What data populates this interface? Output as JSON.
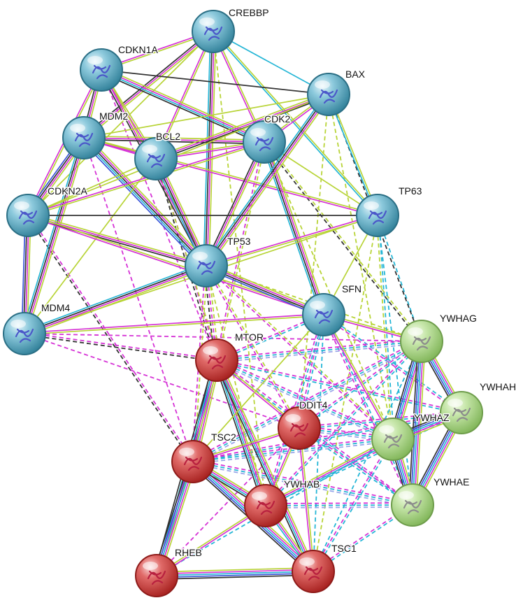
{
  "colors": {
    "cluster_blue": "#6fb6cc",
    "cluster_red": "#d9413f",
    "cluster_green": "#b5dd92",
    "edge_yellowgreen": "#b8d437",
    "edge_magenta": "#d633d6",
    "edge_cyan": "#25b6d6",
    "edge_blue": "#3a55d9",
    "edge_black": "#333333",
    "edge_lavender": "#9aa6e8"
  },
  "nodes": [
    {
      "id": "CREBBP",
      "label": "CREBBP",
      "cluster": "blue"
    },
    {
      "id": "CDKN1A",
      "label": "CDKN1A",
      "cluster": "blue"
    },
    {
      "id": "BAX",
      "label": "BAX",
      "cluster": "blue"
    },
    {
      "id": "MDM2",
      "label": "MDM2",
      "cluster": "blue"
    },
    {
      "id": "BCL2",
      "label": "BCL2",
      "cluster": "blue"
    },
    {
      "id": "CDK2",
      "label": "CDK2",
      "cluster": "blue"
    },
    {
      "id": "CDKN2A",
      "label": "CDKN2A",
      "cluster": "blue"
    },
    {
      "id": "TP63",
      "label": "TP63",
      "cluster": "blue"
    },
    {
      "id": "TP53",
      "label": "TP53",
      "cluster": "blue"
    },
    {
      "id": "SFN",
      "label": "SFN",
      "cluster": "blue"
    },
    {
      "id": "MDM4",
      "label": "MDM4",
      "cluster": "blue"
    },
    {
      "id": "YWHAG",
      "label": "YWHAG",
      "cluster": "green"
    },
    {
      "id": "MTOR",
      "label": "MTOR",
      "cluster": "red"
    },
    {
      "id": "YWHAH",
      "label": "YWHAH",
      "cluster": "green"
    },
    {
      "id": "DDIT4",
      "label": "DDIT4",
      "cluster": "red"
    },
    {
      "id": "YWHAZ",
      "label": "YWHAZ",
      "cluster": "green"
    },
    {
      "id": "TSC2",
      "label": "TSC2",
      "cluster": "red"
    },
    {
      "id": "YWHAB",
      "label": "YWHAB",
      "cluster": "red"
    },
    {
      "id": "YWHAE",
      "label": "YWHAE",
      "cluster": "green"
    },
    {
      "id": "RHEB",
      "label": "RHEB",
      "cluster": "red"
    },
    {
      "id": "TSC1",
      "label": "TSC1",
      "cluster": "red"
    }
  ],
  "edges": [
    {
      "source": "CREBBP",
      "target": "CDKN1A",
      "types": [
        "edge_yellowgreen",
        "edge_magenta"
      ]
    },
    {
      "source": "CREBBP",
      "target": "MDM2",
      "types": [
        "edge_yellowgreen",
        "edge_magenta",
        "edge_black"
      ]
    },
    {
      "source": "CREBBP",
      "target": "BCL2",
      "types": [
        "edge_yellowgreen",
        "edge_magenta"
      ]
    },
    {
      "source": "CREBBP",
      "target": "CDK2",
      "types": [
        "edge_yellowgreen",
        "edge_magenta"
      ]
    },
    {
      "source": "CREBBP",
      "target": "TP53",
      "types": [
        "edge_yellowgreen",
        "edge_magenta",
        "edge_black",
        "edge_cyan"
      ]
    },
    {
      "source": "CREBBP",
      "target": "BAX",
      "types": [
        "edge_cyan"
      ]
    },
    {
      "source": "CREBBP",
      "target": "CDKN2A",
      "types": [
        "edge_yellowgreen"
      ]
    },
    {
      "source": "CREBBP",
      "target": "TP63",
      "types": [
        "edge_yellowgreen",
        "edge_cyan"
      ]
    },
    {
      "source": "CDKN1A",
      "target": "MDM2",
      "types": [
        "edge_yellowgreen",
        "edge_magenta",
        "edge_black"
      ]
    },
    {
      "source": "CDKN1A",
      "target": "BCL2",
      "types": [
        "edge_yellowgreen",
        "edge_magenta"
      ]
    },
    {
      "source": "CDKN1A",
      "target": "CDK2",
      "types": [
        "edge_yellowgreen",
        "edge_magenta",
        "edge_cyan",
        "edge_black"
      ]
    },
    {
      "source": "CDKN1A",
      "target": "BAX",
      "types": [
        "edge_black"
      ]
    },
    {
      "source": "CDKN1A",
      "target": "TP53",
      "types": [
        "edge_yellowgreen",
        "edge_magenta",
        "edge_black"
      ]
    },
    {
      "source": "CDKN1A",
      "target": "CDKN2A",
      "types": [
        "edge_yellowgreen",
        "edge_magenta"
      ]
    },
    {
      "source": "MDM2",
      "target": "BCL2",
      "types": [
        "edge_yellowgreen",
        "edge_magenta"
      ]
    },
    {
      "source": "MDM2",
      "target": "CDK2",
      "types": [
        "edge_yellowgreen",
        "edge_magenta",
        "edge_black"
      ]
    },
    {
      "source": "MDM2",
      "target": "TP53",
      "types": [
        "edge_yellowgreen",
        "edge_magenta",
        "edge_black",
        "edge_cyan",
        "edge_blue"
      ]
    },
    {
      "source": "MDM2",
      "target": "CDKN2A",
      "types": [
        "edge_yellowgreen",
        "edge_magenta",
        "edge_black",
        "edge_blue"
      ]
    },
    {
      "source": "MDM2",
      "target": "MDM4",
      "types": [
        "edge_yellowgreen",
        "edge_magenta",
        "edge_black",
        "edge_cyan"
      ]
    },
    {
      "source": "MDM2",
      "target": "BAX",
      "types": [
        "edge_yellowgreen"
      ]
    },
    {
      "source": "MDM2",
      "target": "TP63",
      "types": [
        "edge_yellowgreen",
        "edge_magenta"
      ]
    },
    {
      "source": "BCL2",
      "target": "CDK2",
      "types": [
        "edge_yellowgreen",
        "edge_magenta"
      ]
    },
    {
      "source": "BCL2",
      "target": "TP53",
      "types": [
        "edge_yellowgreen",
        "edge_magenta",
        "edge_black",
        "edge_cyan"
      ]
    },
    {
      "source": "BCL2",
      "target": "BAX",
      "types": [
        "edge_yellowgreen",
        "edge_magenta",
        "edge_black"
      ]
    },
    {
      "source": "BCL2",
      "target": "CDKN2A",
      "types": [
        "edge_yellowgreen"
      ]
    },
    {
      "source": "BCL2",
      "target": "MDM4",
      "types": [
        "edge_yellowgreen"
      ]
    },
    {
      "source": "CDK2",
      "target": "BAX",
      "types": [
        "edge_yellowgreen",
        "edge_magenta"
      ]
    },
    {
      "source": "CDK2",
      "target": "TP53",
      "types": [
        "edge_yellowgreen",
        "edge_magenta",
        "edge_black"
      ]
    },
    {
      "source": "CDK2",
      "target": "SFN",
      "types": [
        "edge_yellowgreen",
        "edge_magenta",
        "edge_black",
        "edge_cyan"
      ]
    },
    {
      "source": "CDK2",
      "target": "CDKN2A",
      "types": [
        "edge_yellowgreen",
        "edge_magenta"
      ]
    },
    {
      "source": "CDK2",
      "target": "TP63",
      "types": [
        "edge_yellowgreen"
      ]
    },
    {
      "source": "BAX",
      "target": "TP53",
      "types": [
        "edge_yellowgreen",
        "edge_magenta",
        "edge_black",
        "edge_cyan"
      ]
    },
    {
      "source": "BAX",
      "target": "TP63",
      "types": [
        "edge_yellowgreen",
        "edge_cyan"
      ]
    },
    {
      "source": "BAX",
      "target": "CDKN2A",
      "types": [
        "edge_yellowgreen"
      ]
    },
    {
      "source": "CDKN2A",
      "target": "TP53",
      "types": [
        "edge_yellowgreen",
        "edge_magenta",
        "edge_black"
      ]
    },
    {
      "source": "CDKN2A",
      "target": "MDM4",
      "types": [
        "edge_yellowgreen",
        "edge_magenta",
        "edge_black",
        "edge_blue"
      ]
    },
    {
      "source": "CDKN2A",
      "target": "TP63",
      "types": [
        "edge_black"
      ]
    },
    {
      "source": "CDKN2A",
      "target": "SFN",
      "types": [
        "edge_yellowgreen",
        "edge_magenta"
      ]
    },
    {
      "source": "TP63",
      "target": "TP53",
      "types": [
        "edge_yellowgreen",
        "edge_magenta"
      ]
    },
    {
      "source": "TP63",
      "target": "SFN",
      "types": [
        "edge_yellowgreen"
      ]
    },
    {
      "source": "TP63",
      "target": "MDM4",
      "types": [
        "edge_yellowgreen"
      ]
    },
    {
      "source": "TP53",
      "target": "SFN",
      "types": [
        "edge_yellowgreen",
        "edge_magenta",
        "edge_black",
        "edge_blue"
      ]
    },
    {
      "source": "TP53",
      "target": "MDM4",
      "types": [
        "edge_yellowgreen",
        "edge_magenta",
        "edge_black",
        "edge_cyan"
      ]
    },
    {
      "source": "SFN",
      "target": "MDM4",
      "types": [
        "edge_yellowgreen",
        "edge_magenta"
      ]
    },
    {
      "source": "MTOR",
      "target": "TSC2",
      "types": [
        "edge_yellowgreen",
        "edge_magenta",
        "edge_cyan",
        "edge_blue",
        "edge_black"
      ]
    },
    {
      "source": "MTOR",
      "target": "YWHAB",
      "types": [
        "edge_yellowgreen",
        "edge_magenta",
        "edge_cyan",
        "edge_black"
      ]
    },
    {
      "source": "MTOR",
      "target": "TSC1",
      "types": [
        "edge_yellowgreen",
        "edge_magenta",
        "edge_cyan",
        "edge_black"
      ]
    },
    {
      "source": "MTOR",
      "target": "RHEB",
      "types": [
        "edge_yellowgreen",
        "edge_magenta",
        "edge_cyan",
        "edge_black"
      ]
    },
    {
      "source": "MTOR",
      "target": "DDIT4",
      "types": [
        "edge_yellowgreen",
        "edge_magenta"
      ]
    },
    {
      "source": "TSC2",
      "target": "RHEB",
      "types": [
        "edge_yellowgreen",
        "edge_magenta",
        "edge_cyan",
        "edge_blue",
        "edge_black"
      ]
    },
    {
      "source": "TSC2",
      "target": "TSC1",
      "types": [
        "edge_yellowgreen",
        "edge_magenta",
        "edge_cyan",
        "edge_blue",
        "edge_black"
      ]
    },
    {
      "source": "TSC2",
      "target": "YWHAB",
      "types": [
        "edge_yellowgreen",
        "edge_magenta",
        "edge_cyan",
        "edge_black"
      ]
    },
    {
      "source": "TSC2",
      "target": "DDIT4",
      "types": [
        "edge_yellowgreen",
        "edge_magenta"
      ]
    },
    {
      "source": "RHEB",
      "target": "TSC1",
      "types": [
        "edge_yellowgreen",
        "edge_magenta",
        "edge_cyan",
        "edge_blue",
        "edge_black"
      ]
    },
    {
      "source": "RHEB",
      "target": "YWHAB",
      "types": [
        "edge_yellowgreen",
        "edge_magenta"
      ]
    },
    {
      "source": "YWHAB",
      "target": "TSC1",
      "types": [
        "edge_yellowgreen",
        "edge_magenta",
        "edge_cyan"
      ]
    },
    {
      "source": "YWHAB",
      "target": "YWHAZ",
      "types": [
        "edge_yellowgreen",
        "edge_magenta",
        "edge_cyan"
      ]
    },
    {
      "source": "DDIT4",
      "target": "TSC1",
      "types": [
        "edge_yellowgreen",
        "edge_magenta"
      ]
    },
    {
      "source": "DDIT4",
      "target": "YWHAB",
      "types": [
        "edge_yellowgreen",
        "edge_magenta"
      ]
    },
    {
      "source": "YWHAG",
      "target": "YWHAH",
      "types": [
        "edge_yellowgreen",
        "edge_magenta",
        "edge_cyan",
        "edge_blue",
        "edge_black"
      ]
    },
    {
      "source": "YWHAG",
      "target": "YWHAZ",
      "types": [
        "edge_yellowgreen",
        "edge_magenta",
        "edge_cyan",
        "edge_blue",
        "edge_black"
      ]
    },
    {
      "source": "YWHAG",
      "target": "YWHAE",
      "types": [
        "edge_yellowgreen",
        "edge_magenta",
        "edge_cyan",
        "edge_blue",
        "edge_black"
      ]
    },
    {
      "source": "YWHAH",
      "target": "YWHAZ",
      "types": [
        "edge_yellowgreen",
        "edge_magenta",
        "edge_cyan",
        "edge_blue",
        "edge_black"
      ]
    },
    {
      "source": "YWHAH",
      "target": "YWHAE",
      "types": [
        "edge_yellowgreen",
        "edge_magenta",
        "edge_cyan",
        "edge_blue",
        "edge_black"
      ]
    },
    {
      "source": "YWHAZ",
      "target": "YWHAE",
      "types": [
        "edge_yellowgreen",
        "edge_magenta",
        "edge_cyan",
        "edge_blue",
        "edge_black"
      ]
    },
    {
      "source": "SFN",
      "target": "YWHAG",
      "types": [
        "edge_yellowgreen",
        "edge_magenta"
      ]
    },
    {
      "source": "SFN",
      "target": "YWHAZ",
      "types": [
        "edge_yellowgreen",
        "edge_magenta"
      ]
    },
    {
      "source": "SFN",
      "target": "TSC2",
      "types": [
        "edge_yellowgreen"
      ]
    }
  ],
  "dashed_edges": [
    {
      "source": "MDM4",
      "target": "MTOR",
      "types": [
        "edge_magenta",
        "edge_black"
      ]
    },
    {
      "source": "MDM4",
      "target": "DDIT4",
      "types": [
        "edge_magenta"
      ]
    },
    {
      "source": "MDM4",
      "target": "YWHAG",
      "types": [
        "edge_magenta"
      ]
    },
    {
      "source": "CDKN2A",
      "target": "TSC2",
      "types": [
        "edge_magenta",
        "edge_black"
      ]
    },
    {
      "source": "MDM2",
      "target": "TSC2",
      "types": [
        "edge_magenta"
      ]
    },
    {
      "source": "BCL2",
      "target": "MTOR",
      "types": [
        "edge_magenta",
        "edge_black"
      ]
    },
    {
      "source": "BCL2",
      "target": "YWHAB",
      "types": [
        "edge_yellowgreen"
      ]
    },
    {
      "source": "CDKN1A",
      "target": "MTOR",
      "types": [
        "edge_magenta"
      ]
    },
    {
      "source": "CDK2",
      "target": "MTOR",
      "types": [
        "edge_yellowgreen",
        "edge_magenta"
      ]
    },
    {
      "source": "CDK2",
      "target": "YWHAZ",
      "types": [
        "edge_yellowgreen"
      ]
    },
    {
      "source": "CDK2",
      "target": "YWHAG",
      "types": [
        "edge_yellowgreen",
        "edge_black"
      ]
    },
    {
      "source": "TP53",
      "target": "MTOR",
      "types": [
        "edge_yellowgreen",
        "edge_magenta",
        "edge_black"
      ]
    },
    {
      "source": "TP53",
      "target": "DDIT4",
      "types": [
        "edge_yellowgreen",
        "edge_magenta"
      ]
    },
    {
      "source": "TP53",
      "target": "TSC2",
      "types": [
        "edge_yellowgreen",
        "edge_magenta"
      ]
    },
    {
      "source": "TP53",
      "target": "YWHAZ",
      "types": [
        "edge_yellowgreen",
        "edge_magenta"
      ]
    },
    {
      "source": "TP53",
      "target": "YWHAB",
      "types": [
        "edge_yellowgreen"
      ]
    },
    {
      "source": "TP53",
      "target": "YWHAG",
      "types": [
        "edge_yellowgreen"
      ]
    },
    {
      "source": "TP63",
      "target": "YWHAG",
      "types": [
        "edge_cyan"
      ]
    },
    {
      "source": "TP63",
      "target": "YWHAZ",
      "types": [
        "edge_cyan",
        "edge_yellowgreen"
      ]
    },
    {
      "source": "TP63",
      "target": "TSC1",
      "types": [
        "edge_yellowgreen"
      ]
    },
    {
      "source": "TP63",
      "target": "YWHAE",
      "types": [
        "edge_cyan"
      ]
    },
    {
      "source": "BAX",
      "target": "YWHAZ",
      "types": [
        "edge_yellowgreen"
      ]
    },
    {
      "source": "BAX",
      "target": "YWHAG",
      "types": [
        "edge_black"
      ]
    },
    {
      "source": "BAX",
      "target": "DDIT4",
      "types": [
        "edge_yellowgreen"
      ]
    },
    {
      "source": "CREBBP",
      "target": "YWHAB",
      "types": [
        "edge_yellowgreen"
      ]
    },
    {
      "source": "SFN",
      "target": "MTOR",
      "types": [
        "edge_cyan",
        "edge_magenta"
      ]
    },
    {
      "source": "SFN",
      "target": "DDIT4",
      "types": [
        "edge_cyan",
        "edge_magenta"
      ]
    },
    {
      "source": "SFN",
      "target": "YWHAB",
      "types": [
        "edge_cyan",
        "edge_magenta"
      ]
    },
    {
      "source": "SFN",
      "target": "YWHAH",
      "types": [
        "edge_cyan",
        "edge_magenta"
      ]
    },
    {
      "source": "SFN",
      "target": "YWHAE",
      "types": [
        "edge_cyan",
        "edge_magenta"
      ]
    },
    {
      "source": "SFN",
      "target": "TSC1",
      "types": [
        "edge_cyan"
      ]
    },
    {
      "source": "MTOR",
      "target": "YWHAG",
      "types": [
        "edge_magenta",
        "edge_cyan",
        "edge_lavender"
      ]
    },
    {
      "source": "MTOR",
      "target": "YWHAZ",
      "types": [
        "edge_magenta",
        "edge_cyan",
        "edge_lavender"
      ]
    },
    {
      "source": "MTOR",
      "target": "YWHAH",
      "types": [
        "edge_magenta",
        "edge_cyan"
      ]
    },
    {
      "source": "MTOR",
      "target": "YWHAE",
      "types": [
        "edge_magenta",
        "edge_cyan"
      ]
    },
    {
      "source": "DDIT4",
      "target": "YWHAG",
      "types": [
        "edge_magenta",
        "edge_cyan"
      ]
    },
    {
      "source": "DDIT4",
      "target": "YWHAZ",
      "types": [
        "edge_magenta",
        "edge_cyan",
        "edge_lavender"
      ]
    },
    {
      "source": "DDIT4",
      "target": "YWHAH",
      "types": [
        "edge_magenta",
        "edge_cyan"
      ]
    },
    {
      "source": "DDIT4",
      "target": "YWHAE",
      "types": [
        "edge_magenta",
        "edge_cyan"
      ]
    },
    {
      "source": "TSC2",
      "target": "YWHAG",
      "types": [
        "edge_magenta",
        "edge_cyan",
        "edge_lavender"
      ]
    },
    {
      "source": "TSC2",
      "target": "YWHAZ",
      "types": [
        "edge_magenta",
        "edge_cyan",
        "edge_lavender"
      ]
    },
    {
      "source": "TSC2",
      "target": "YWHAH",
      "types": [
        "edge_magenta",
        "edge_cyan"
      ]
    },
    {
      "source": "TSC2",
      "target": "YWHAE",
      "types": [
        "edge_magenta",
        "edge_cyan",
        "edge_lavender"
      ]
    },
    {
      "source": "YWHAB",
      "target": "YWHAG",
      "types": [
        "edge_magenta",
        "edge_cyan"
      ]
    },
    {
      "source": "YWHAB",
      "target": "YWHAH",
      "types": [
        "edge_magenta",
        "edge_cyan"
      ]
    },
    {
      "source": "YWHAB",
      "target": "YWHAE",
      "types": [
        "edge_magenta",
        "edge_cyan",
        "edge_lavender"
      ]
    },
    {
      "source": "TSC1",
      "target": "YWHAZ",
      "types": [
        "edge_magenta",
        "edge_cyan"
      ]
    },
    {
      "source": "TSC1",
      "target": "YWHAE",
      "types": [
        "edge_magenta",
        "edge_cyan"
      ]
    },
    {
      "source": "TSC1",
      "target": "YWHAG",
      "types": [
        "edge_cyan"
      ]
    },
    {
      "source": "RHEB",
      "target": "YWHAZ",
      "types": [
        "edge_cyan"
      ]
    },
    {
      "source": "RHEB",
      "target": "DDIT4",
      "types": [
        "edge_magenta"
      ]
    }
  ]
}
